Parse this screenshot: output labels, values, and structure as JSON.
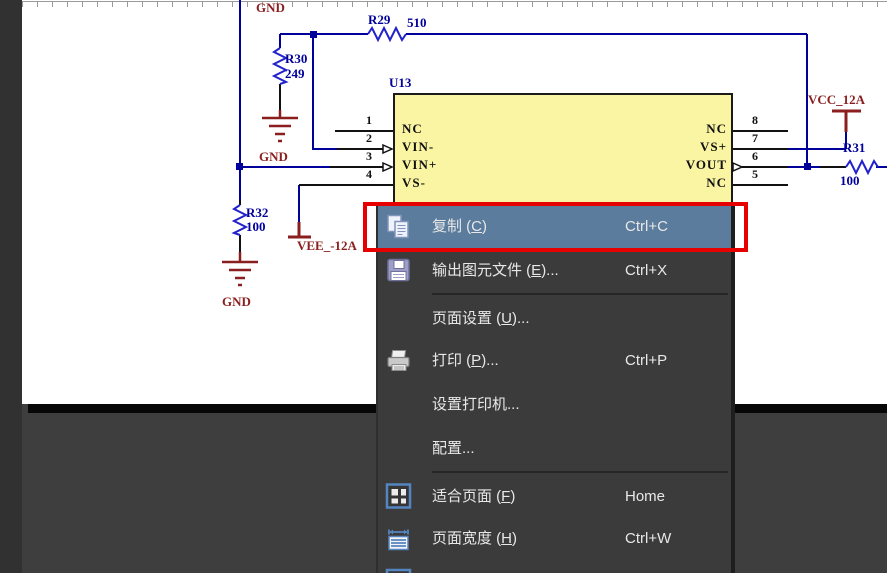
{
  "schematic": {
    "net_labels": {
      "gnd_top": "GND",
      "gnd_mid": "GND",
      "gnd_bottom": "GND",
      "vcc": "VCC_12A",
      "vee": "VEE_-12A"
    },
    "components": {
      "r29": {
        "ref": "R29",
        "value": "510"
      },
      "r30": {
        "ref": "R30",
        "value": "249"
      },
      "r31": {
        "ref": "R31",
        "value": "100"
      },
      "r32": {
        "ref": "R32",
        "value": "100"
      },
      "u13": {
        "ref": "U13"
      }
    },
    "chip": {
      "left_pins": [
        {
          "num": "1",
          "name": "NC"
        },
        {
          "num": "2",
          "name": "VIN-"
        },
        {
          "num": "3",
          "name": "VIN+"
        },
        {
          "num": "4",
          "name": "VS-"
        }
      ],
      "right_pins": [
        {
          "num": "8",
          "name": "NC"
        },
        {
          "num": "7",
          "name": "VS+"
        },
        {
          "num": "6",
          "name": "VOUT"
        },
        {
          "num": "5",
          "name": "NC"
        }
      ]
    },
    "colors": {
      "wire": "#00009b",
      "resistor": "#2222cc",
      "power": "#8b1f1f",
      "chip_fill": "#faf5a2"
    }
  },
  "context_menu": {
    "highlight_color": "#5b7c9d",
    "annotation_color": "#e60000",
    "items": [
      {
        "pre": "复制 (",
        "key": "C",
        "post": ")",
        "shortcut": "Ctrl+C",
        "icon": "copy-icon"
      },
      {
        "pre": "输出图元文件 (",
        "key": "E",
        "post": ")...",
        "shortcut": "Ctrl+X",
        "icon": "save-icon"
      },
      {
        "pre": "页面设置 (",
        "key": "U",
        "post": ")...",
        "shortcut": ""
      },
      {
        "pre": "打印 (",
        "key": "P",
        "post": ")...",
        "shortcut": "Ctrl+P",
        "icon": "printer-icon"
      },
      {
        "pre": "设置打印机...",
        "key": "",
        "post": "",
        "shortcut": ""
      },
      {
        "pre": "配置...",
        "key": "",
        "post": "",
        "shortcut": ""
      },
      {
        "pre": "适合页面 (",
        "key": "F",
        "post": ")",
        "shortcut": "Home",
        "icon": "fit-page-icon"
      },
      {
        "pre": "页面宽度 (",
        "key": "H",
        "post": ")",
        "shortcut": "Ctrl+W",
        "icon": "page-width-icon"
      }
    ]
  }
}
